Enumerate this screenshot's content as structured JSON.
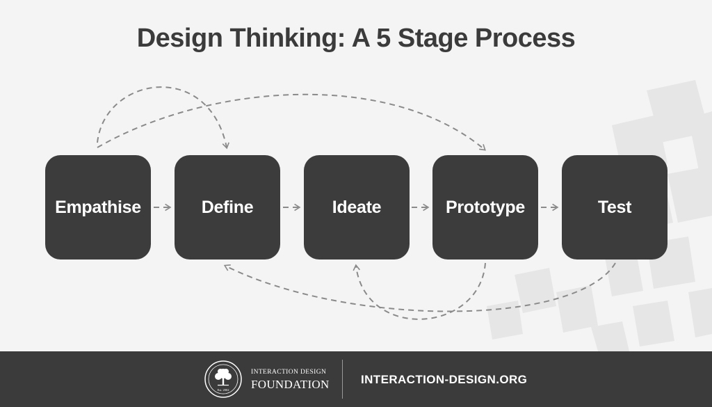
{
  "title": "Design Thinking: A 5 Stage Process",
  "stages": [
    {
      "label": "Empathise"
    },
    {
      "label": "Define"
    },
    {
      "label": "Ideate"
    },
    {
      "label": "Prototype"
    },
    {
      "label": "Test"
    }
  ],
  "colors": {
    "background": "#f4f4f4",
    "box": "#3c3c3c",
    "box_text": "#ffffff",
    "title": "#3b3b3b",
    "arrow": "#8a8a8a",
    "footer": "#3b3b3b"
  },
  "footer": {
    "org_line1": "INTERACTION DESIGN",
    "org_line2": "FOUNDATION",
    "logo_est": "Est. 2002",
    "site": "INTERACTION-DESIGN.ORG"
  }
}
